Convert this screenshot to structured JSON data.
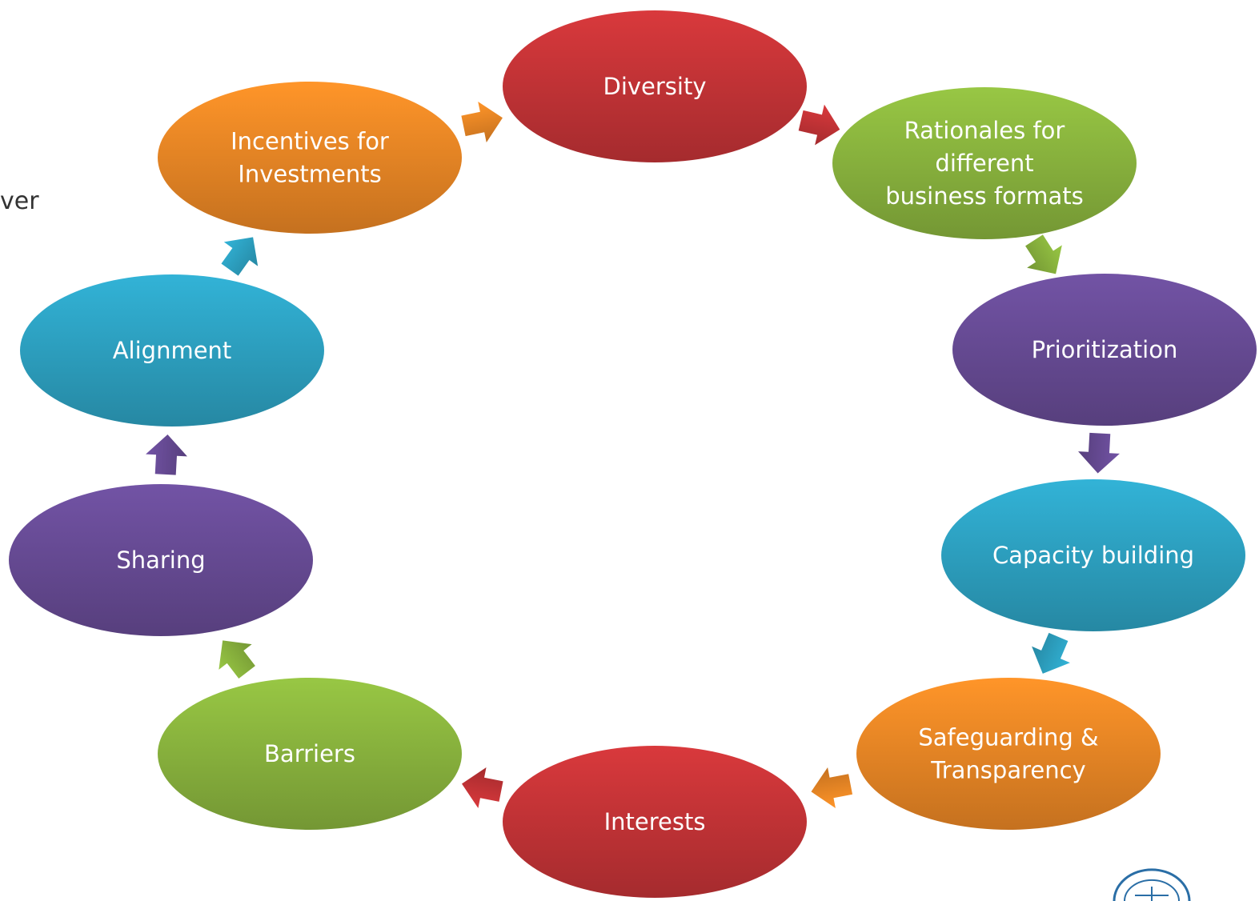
{
  "side_text": "ver",
  "colors": {
    "red": "#c93538",
    "green": "#8db83f",
    "purple": "#6a4d99",
    "blue": "#2ea6c7",
    "orange": "#f08a26"
  },
  "nodes": [
    {
      "id": "diversity",
      "lines": [
        "Diversity"
      ],
      "color": "red"
    },
    {
      "id": "rationales",
      "lines": [
        "Rationales for",
        "different",
        "business formats"
      ],
      "color": "green"
    },
    {
      "id": "prioritization",
      "lines": [
        "Prioritization"
      ],
      "color": "purple"
    },
    {
      "id": "capacity-building",
      "lines": [
        "Capacity building"
      ],
      "color": "blue"
    },
    {
      "id": "safeguarding",
      "lines": [
        "Safeguarding &",
        "Transparency"
      ],
      "color": "orange"
    },
    {
      "id": "interests",
      "lines": [
        "Interests"
      ],
      "color": "red"
    },
    {
      "id": "barriers",
      "lines": [
        "Barriers"
      ],
      "color": "green"
    },
    {
      "id": "sharing",
      "lines": [
        "Sharing"
      ],
      "color": "purple"
    },
    {
      "id": "alignment",
      "lines": [
        "Alignment"
      ],
      "color": "blue"
    },
    {
      "id": "incentives",
      "lines": [
        "Incentives for",
        "Investments"
      ],
      "color": "orange"
    }
  ],
  "arrows": [
    {
      "from": "diversity",
      "to": "rationales",
      "color": "red"
    },
    {
      "from": "rationales",
      "to": "prioritization",
      "color": "green"
    },
    {
      "from": "prioritization",
      "to": "capacity-building",
      "color": "purple"
    },
    {
      "from": "capacity-building",
      "to": "safeguarding",
      "color": "blue"
    },
    {
      "from": "safeguarding",
      "to": "interests",
      "color": "orange"
    },
    {
      "from": "interests",
      "to": "barriers",
      "color": "red"
    },
    {
      "from": "barriers",
      "to": "sharing",
      "color": "green"
    },
    {
      "from": "sharing",
      "to": "alignment",
      "color": "purple"
    },
    {
      "from": "alignment",
      "to": "incentives",
      "color": "blue"
    },
    {
      "from": "incentives",
      "to": "diversity",
      "color": "orange"
    }
  ]
}
